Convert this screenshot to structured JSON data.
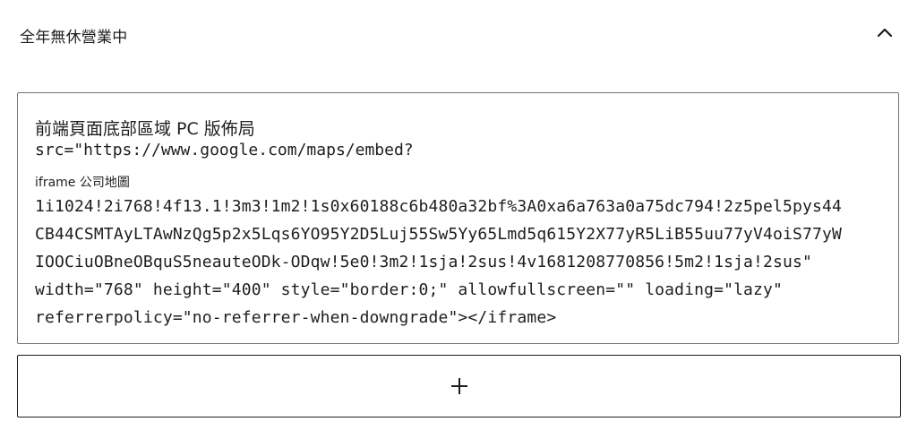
{
  "panel": {
    "title": "全年無休營業中",
    "toggle_icon": "chevron-up-icon"
  },
  "html_block": {
    "title": "前端頁面底部區域 PC 版佈局",
    "src_line": "src=\"https://www.google.com/maps/embed?",
    "subtitle": "iframe 公司地圖",
    "code_lines": [
      "1i1024!2i768!4f13.1!3m3!1m2!1s0x60188c6b480a32bf%3A0xa6a763a0a75dc794!2z5pel5pys44",
      "CB44CSMTAyLTAwNzQg5p2x5Lqs6YO95Y2D5Luj55Sw5Yy65Lmd5q615Y2X77yR5LiB55uu77yV4oiS77yW",
      "IOOCiuOBneOBquS5neauteODk-ODqw!5e0!3m2!1sja!2sus!4v1681208770856!5m2!1sja!2sus\"",
      "width=\"768\" height=\"400\" style=\"border:0;\" allowfullscreen=\"\" loading=\"lazy\"",
      "referrerpolicy=\"no-referrer-when-downgrade\"></iframe>"
    ]
  },
  "add_button": {
    "icon": "plus-icon"
  },
  "colors": {
    "text": "#1e1e1e",
    "block_border": "#757575",
    "button_border": "#1e1e1e",
    "background": "#ffffff"
  }
}
